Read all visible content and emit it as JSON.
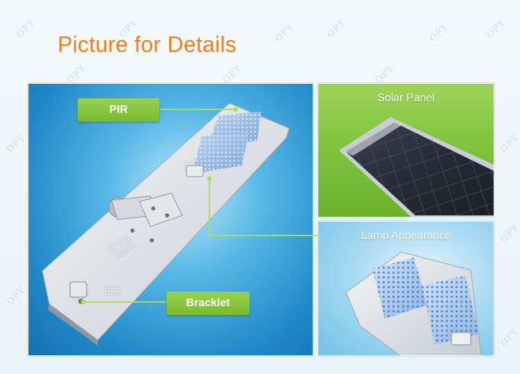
{
  "heading": "Picture for Details",
  "watermark_text": "OPY",
  "callouts": {
    "pir": "PIR",
    "bracket": "Bracklet"
  },
  "panels": {
    "solar": {
      "title": "Solar Panel"
    },
    "lamp": {
      "title": "Lamp Appearance"
    }
  },
  "colors": {
    "title": "#f07f1b",
    "callout_green": "#84c43a",
    "leader_line": "#a6e05a"
  }
}
